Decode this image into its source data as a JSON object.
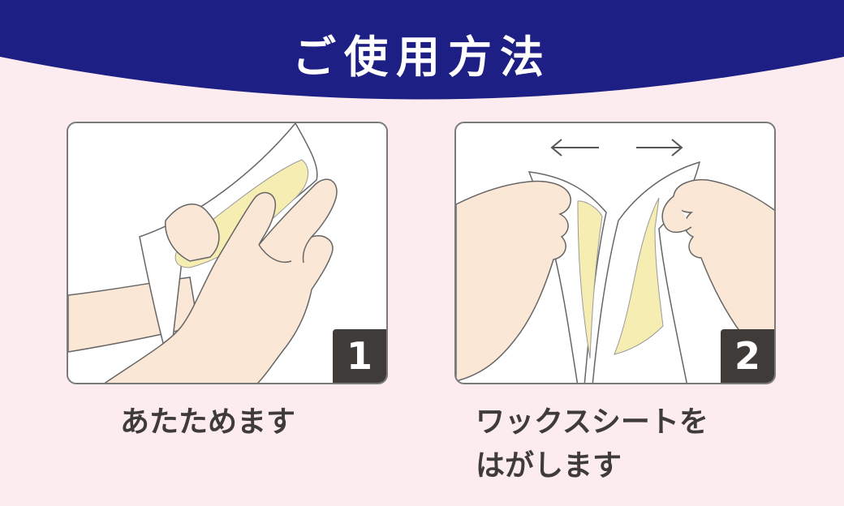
{
  "title": "ご使用方法",
  "colors": {
    "header": "#1d1f84",
    "background": "#fcebef",
    "badge": "#3f3b39",
    "skin": "#fbe7d6",
    "wax": "#f6edb2"
  },
  "steps": [
    {
      "number": "1",
      "caption": "あたためます",
      "icon": "hands-warming-wax-sheet-icon"
    },
    {
      "number": "2",
      "caption_line1": "ワックスシートを",
      "caption_line2": "はがします",
      "icon": "hands-peeling-wax-sheet-icon"
    }
  ]
}
